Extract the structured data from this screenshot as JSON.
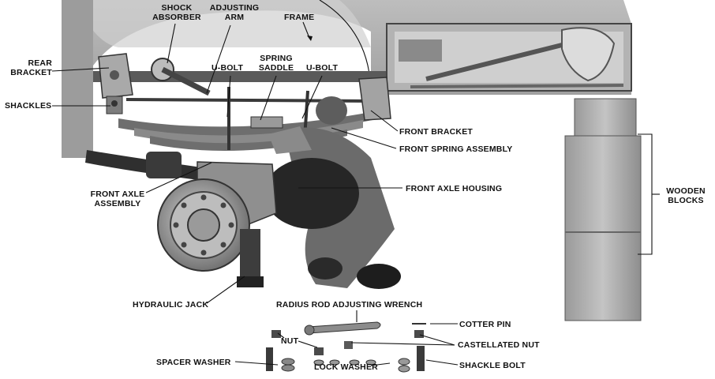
{
  "callouts": {
    "shock_absorber": "SHOCK\nABSORBER",
    "adjusting_arm": "ADJUSTING\nARM",
    "frame": "FRAME",
    "rear_bracket": "REAR\nBRACKET",
    "shackles": "SHACKLES",
    "u_bolt_left": "U-BOLT",
    "spring_saddle": "SPRING\nSADDLE",
    "u_bolt_right": "U-BOLT",
    "front_bracket": "FRONT BRACKET",
    "front_spring_assembly": "FRONT SPRING ASSEMBLY",
    "front_axle_assembly": "FRONT AXLE\nASSEMBLY",
    "front_axle_housing": "FRONT AXLE HOUSING",
    "wooden_blocks": "WOODEN\nBLOCKS",
    "hydraulic_jack": "HYDRAULIC JACK",
    "radius_rod_wrench": "RADIUS ROD ADJUSTING WRENCH",
    "cotter_pin": "COTTER PIN",
    "nut": "NUT",
    "castellated_nut": "CASTELLATED NUT",
    "spacer_washer": "SPACER WASHER",
    "lock_washer": "LOCK WASHER",
    "shackle_bolt": "SHACKLE BOLT"
  },
  "colors": {
    "photo_dark": "#2a2a2a",
    "photo_mid": "#8a8a8a",
    "photo_light": "#c9c9c9",
    "wood": "#a7a7a7",
    "label": "#111111"
  }
}
